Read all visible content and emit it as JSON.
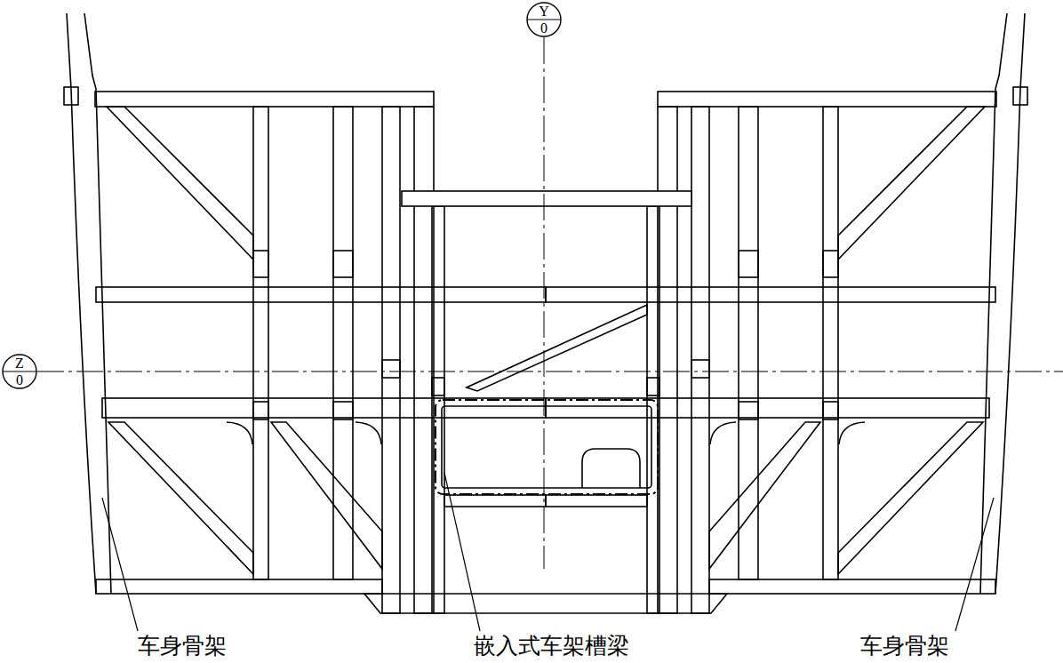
{
  "diagram": {
    "nodes": [
      {
        "text": [
          "Y",
          "0"
        ]
      },
      {
        "text": [
          "Z",
          "0"
        ]
      }
    ],
    "labels": [
      "车身骨架",
      "嵌入式车架槽梁",
      "车身骨架"
    ]
  }
}
